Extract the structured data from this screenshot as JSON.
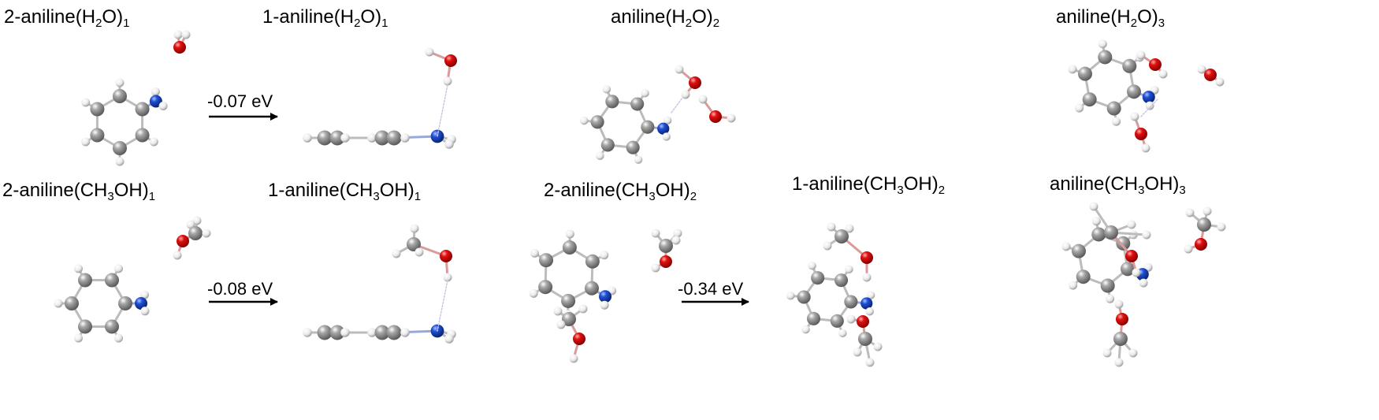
{
  "panels": [
    {
      "id": "p1",
      "prefix": "2-aniline(",
      "parts": [
        [
          "H",
          ""
        ],
        [
          "2",
          "sub"
        ],
        [
          "O)",
          ""
        ],
        [
          "1",
          "sub"
        ]
      ]
    },
    {
      "id": "p2",
      "prefix": "1-aniline(",
      "parts": [
        [
          "H",
          ""
        ],
        [
          "2",
          "sub"
        ],
        [
          "O)",
          ""
        ],
        [
          "1",
          "sub"
        ]
      ]
    },
    {
      "id": "p3",
      "prefix": "aniline(",
      "parts": [
        [
          "H",
          ""
        ],
        [
          "2",
          "sub"
        ],
        [
          "O)",
          ""
        ],
        [
          "2",
          "sub"
        ]
      ]
    },
    {
      "id": "p4",
      "prefix": "aniline(",
      "parts": [
        [
          "H",
          ""
        ],
        [
          "2",
          "sub"
        ],
        [
          "O)",
          ""
        ],
        [
          "3",
          "sub"
        ]
      ]
    },
    {
      "id": "p5",
      "prefix": "2-aniline(",
      "parts": [
        [
          "CH",
          ""
        ],
        [
          "3",
          "sub"
        ],
        [
          "OH)",
          ""
        ],
        [
          "1",
          "sub"
        ]
      ]
    },
    {
      "id": "p6",
      "prefix": "1-aniline(",
      "parts": [
        [
          "CH",
          ""
        ],
        [
          "3",
          "sub"
        ],
        [
          "OH)",
          ""
        ],
        [
          "1",
          "sub"
        ]
      ]
    },
    {
      "id": "p7",
      "prefix": "2-aniline(",
      "parts": [
        [
          "CH",
          ""
        ],
        [
          "3",
          "sub"
        ],
        [
          "OH)",
          ""
        ],
        [
          "2",
          "sub"
        ]
      ]
    },
    {
      "id": "p8",
      "prefix": "1-aniline(",
      "parts": [
        [
          "CH",
          ""
        ],
        [
          "3",
          "sub"
        ],
        [
          "OH)",
          ""
        ],
        [
          "2",
          "sub"
        ]
      ]
    },
    {
      "id": "p9",
      "prefix": "aniline(",
      "parts": [
        [
          "CH",
          ""
        ],
        [
          "3",
          "sub"
        ],
        [
          "OH)",
          ""
        ],
        [
          "3",
          "sub"
        ]
      ]
    }
  ],
  "energies": {
    "e1": "-0.07 eV",
    "e2": "-0.08 eV",
    "e3": "-0.34 eV"
  },
  "atom_colors": {
    "carbon": "#8a8a8a",
    "hydrogen": "#e6e6e6",
    "oxygen": "#dd1010",
    "nitrogen": "#1f4fd0",
    "bond": "#bcbcbc",
    "hbond": "#c9c9e0"
  }
}
